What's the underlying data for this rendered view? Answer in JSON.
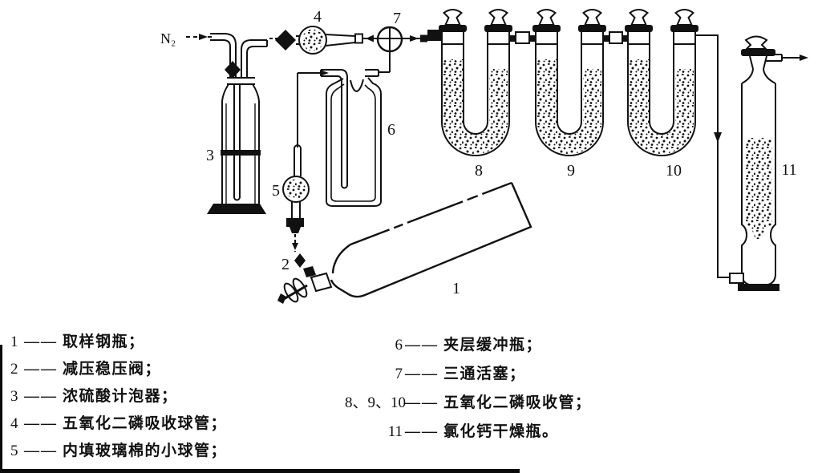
{
  "diagram": {
    "gas_label": "N₂",
    "labels": {
      "c1": "1",
      "c2": "2",
      "c3": "3",
      "c4": "4",
      "c5": "5",
      "c6": "6",
      "c7": "7",
      "c8": "8",
      "c9": "9",
      "c10": "10",
      "c11": "11"
    }
  },
  "legend": {
    "separator": "——",
    "left": [
      {
        "num": "1",
        "desc": "取样钢瓶；"
      },
      {
        "num": "2",
        "desc": "减压稳压阀；"
      },
      {
        "num": "3",
        "desc": "浓硫酸计泡器；"
      },
      {
        "num": "4",
        "desc": "五氧化二磷吸收球管；"
      },
      {
        "num": "5",
        "desc": "内填玻璃棉的小球管；"
      }
    ],
    "right": [
      {
        "num": "6",
        "desc": "夹层缓冲瓶；"
      },
      {
        "num": "7",
        "desc": "三通活塞；"
      },
      {
        "num": "8、9、10",
        "desc": "五氧化二磷吸收管；"
      },
      {
        "num": "11",
        "desc": "氯化钙干燥瓶。"
      }
    ]
  }
}
